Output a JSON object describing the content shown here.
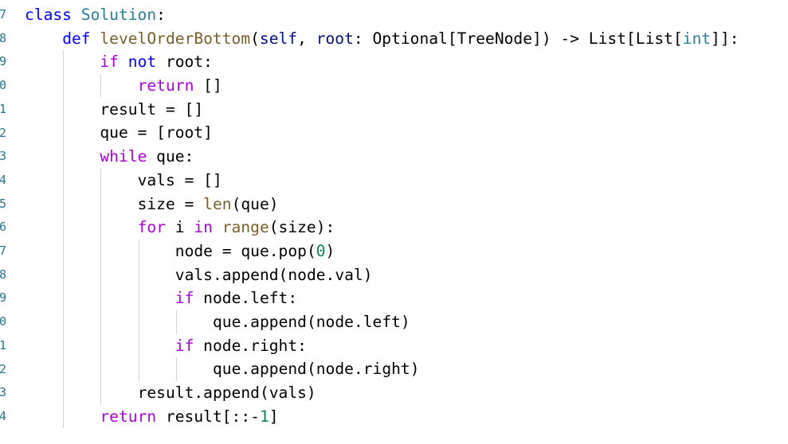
{
  "editor": {
    "gutter_line_numbers": [
      "7",
      "8",
      "9",
      "0",
      "1",
      "2",
      "3",
      "4",
      "5",
      "6",
      "7",
      "8",
      "9",
      "0",
      "1",
      "2",
      "3",
      "4"
    ],
    "lines": [
      {
        "indent": 0,
        "tokens": [
          [
            "kw",
            "class"
          ],
          [
            "plain",
            " "
          ],
          [
            "type",
            "Solution"
          ],
          [
            "plain",
            ":"
          ]
        ]
      },
      {
        "indent": 1,
        "tokens": [
          [
            "kw",
            "def"
          ],
          [
            "plain",
            " "
          ],
          [
            "fn",
            "levelOrderBottom"
          ],
          [
            "plain",
            "("
          ],
          [
            "var",
            "self"
          ],
          [
            "plain",
            ", "
          ],
          [
            "var",
            "root"
          ],
          [
            "plain",
            ": Optional[TreeNode]) -> List[List["
          ],
          [
            "type",
            "int"
          ],
          [
            "plain",
            "]]:"
          ]
        ]
      },
      {
        "indent": 2,
        "tokens": [
          [
            "ctrl",
            "if"
          ],
          [
            "plain",
            " "
          ],
          [
            "kw",
            "not"
          ],
          [
            "plain",
            " root:"
          ]
        ]
      },
      {
        "indent": 3,
        "tokens": [
          [
            "ctrl",
            "return"
          ],
          [
            "plain",
            " []"
          ]
        ]
      },
      {
        "indent": 2,
        "tokens": [
          [
            "plain",
            "result = []"
          ]
        ]
      },
      {
        "indent": 2,
        "tokens": [
          [
            "plain",
            "que = [root]"
          ]
        ]
      },
      {
        "indent": 2,
        "tokens": [
          [
            "ctrl",
            "while"
          ],
          [
            "plain",
            " que:"
          ]
        ]
      },
      {
        "indent": 3,
        "tokens": [
          [
            "plain",
            "vals = []"
          ]
        ]
      },
      {
        "indent": 3,
        "tokens": [
          [
            "plain",
            "size = "
          ],
          [
            "fn",
            "len"
          ],
          [
            "plain",
            "(que)"
          ]
        ]
      },
      {
        "indent": 3,
        "tokens": [
          [
            "ctrl",
            "for"
          ],
          [
            "plain",
            " i "
          ],
          [
            "ctrl",
            "in"
          ],
          [
            "plain",
            " "
          ],
          [
            "fn",
            "range"
          ],
          [
            "plain",
            "(size):"
          ]
        ]
      },
      {
        "indent": 4,
        "tokens": [
          [
            "plain",
            "node = que.pop("
          ],
          [
            "num",
            "0"
          ],
          [
            "plain",
            ")"
          ]
        ]
      },
      {
        "indent": 4,
        "tokens": [
          [
            "plain",
            "vals.append(node.val)"
          ]
        ]
      },
      {
        "indent": 4,
        "tokens": [
          [
            "ctrl",
            "if"
          ],
          [
            "plain",
            " node.left:"
          ]
        ]
      },
      {
        "indent": 5,
        "tokens": [
          [
            "plain",
            "que.append(node.left)"
          ]
        ]
      },
      {
        "indent": 4,
        "tokens": [
          [
            "ctrl",
            "if"
          ],
          [
            "plain",
            " node.right:"
          ]
        ]
      },
      {
        "indent": 5,
        "tokens": [
          [
            "plain",
            "que.append(node.right)"
          ]
        ]
      },
      {
        "indent": 3,
        "tokens": [
          [
            "plain",
            "result.append(vals)"
          ]
        ]
      },
      {
        "indent": 2,
        "tokens": [
          [
            "ctrl",
            "return"
          ],
          [
            "plain",
            " result[::-"
          ],
          [
            "num",
            "1"
          ],
          [
            "plain",
            "]"
          ]
        ]
      }
    ]
  }
}
